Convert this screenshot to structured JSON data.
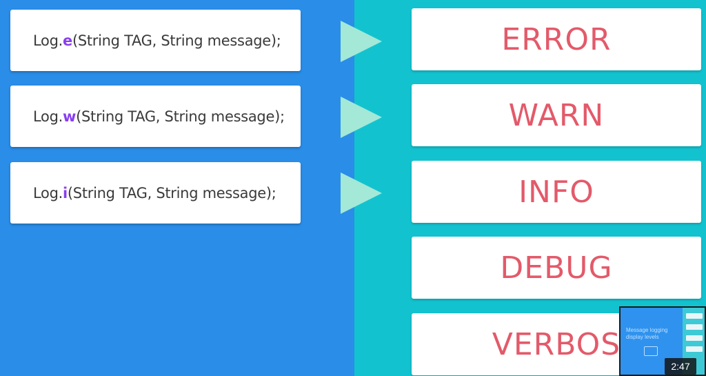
{
  "log_methods": [
    {
      "prefix": "Log.",
      "method": "e",
      "signature": "(String TAG, String message);"
    },
    {
      "prefix": "Log.",
      "method": "w",
      "signature": "(String TAG, String message);"
    },
    {
      "prefix": "Log.",
      "method": "i",
      "signature": "(String TAG, String message);"
    }
  ],
  "log_levels": [
    "ERROR",
    "WARN",
    "INFO",
    "DEBUG",
    "VERBOS"
  ],
  "thumbnail": {
    "caption": "Message logging display levels",
    "duration": "2:47"
  },
  "colors": {
    "left_background": "#2a8de8",
    "right_background": "#12c3cf",
    "method_accent": "#8a3ff0",
    "level_text": "#e35a6a",
    "arrow": "#a4e8d8"
  }
}
